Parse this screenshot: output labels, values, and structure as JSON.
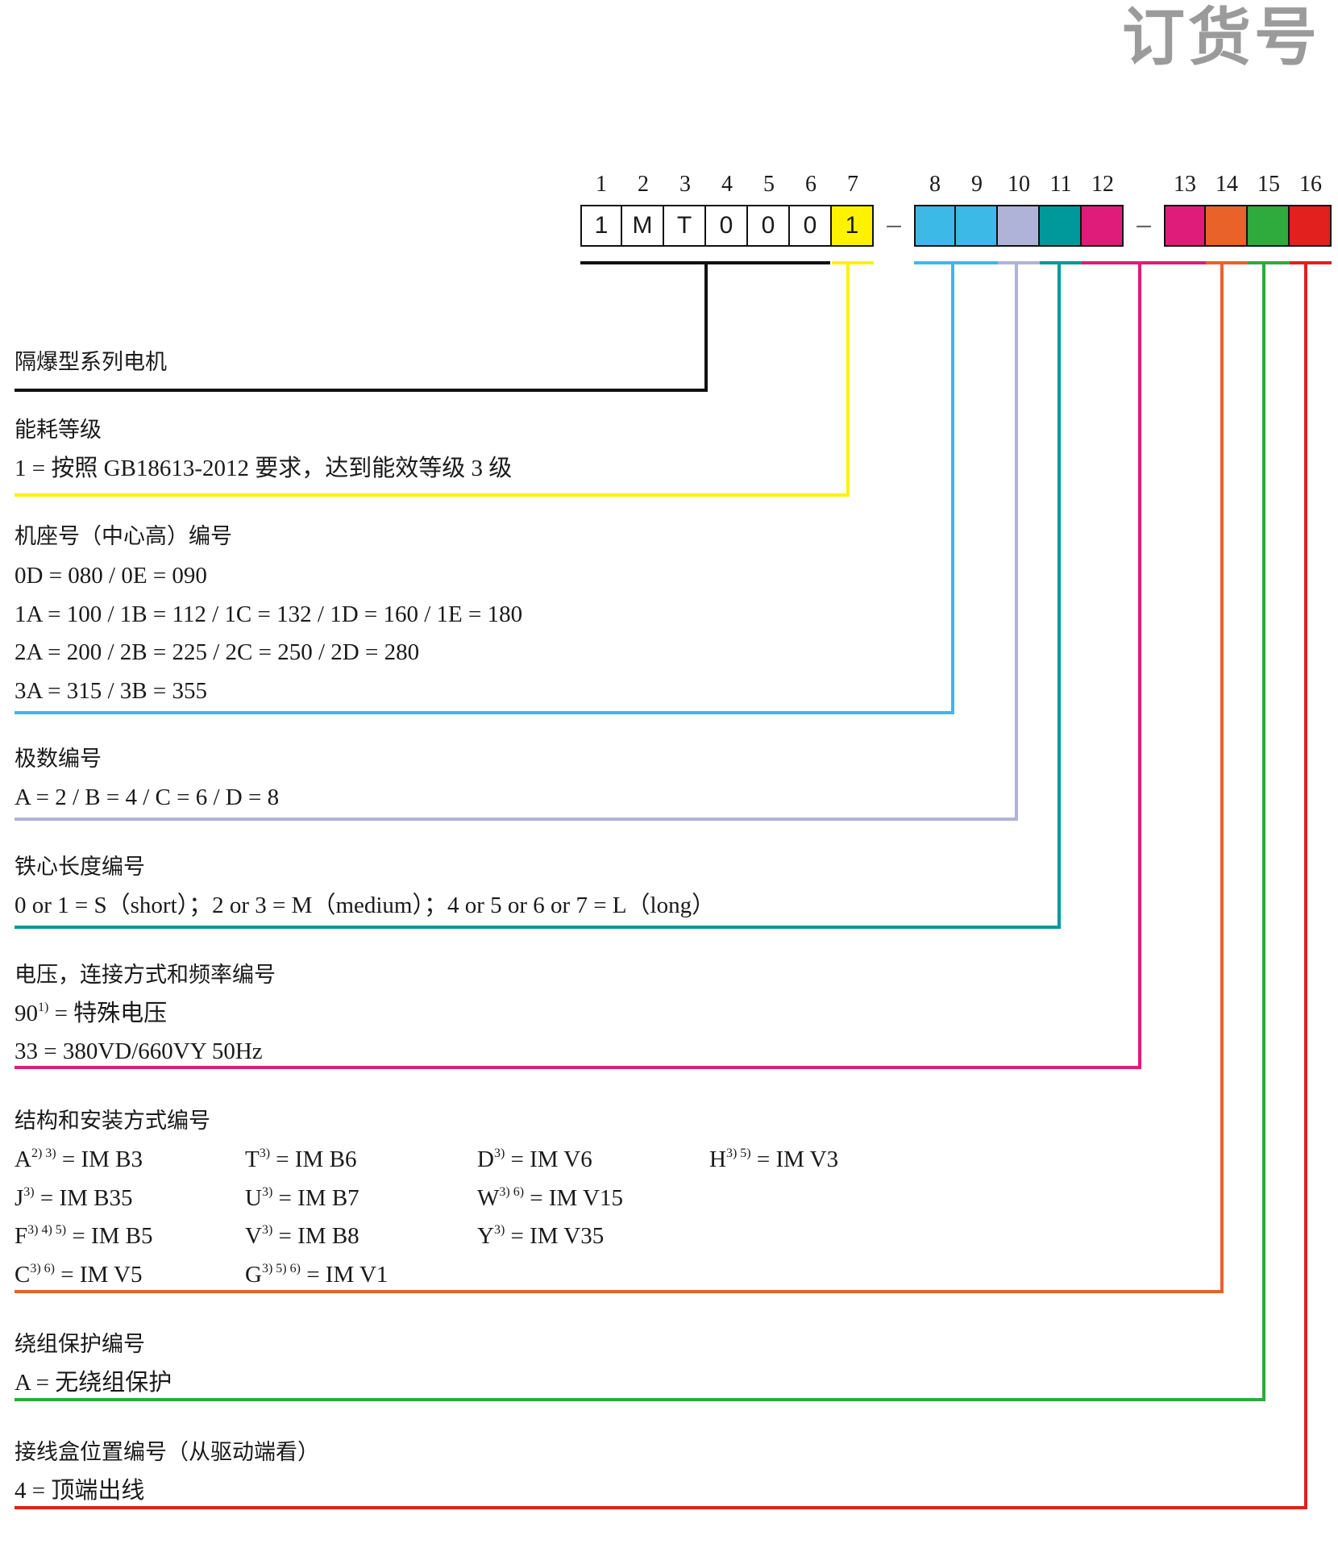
{
  "title": "订货号",
  "positions": [
    "1",
    "2",
    "3",
    "4",
    "5",
    "6",
    "7",
    "8",
    "9",
    "10",
    "11",
    "12",
    "13",
    "14",
    "15",
    "16"
  ],
  "code": [
    "1",
    "M",
    "T",
    "0",
    "0",
    "0",
    "1"
  ],
  "separator": "–",
  "colors": {
    "black": "#111111",
    "yellow": "#fff200",
    "sky": "#3cb9e6",
    "lavender": "#b0b3d8",
    "teal": "#00999b",
    "magenta": "#e01c7b",
    "orange": "#e8622a",
    "green": "#2faa3c",
    "red": "#e2201e"
  },
  "sections": {
    "series": {
      "heading": "隔爆型系列电机"
    },
    "energy": {
      "heading": "能耗等级",
      "lines": [
        "1 = 按照 GB18613-2012 要求，达到能效等级 3 级"
      ]
    },
    "frame": {
      "heading": "机座号（中心高）编号",
      "lines": [
        "0D = 080 / 0E = 090",
        "1A = 100 / 1B = 112 / 1C = 132 / 1D = 160 / 1E = 180",
        "2A = 200 / 2B = 225 / 2C = 250 / 2D = 280",
        "3A = 315 / 3B = 355"
      ]
    },
    "poles": {
      "heading": "极数编号",
      "lines": [
        "A = 2 / B = 4 / C = 6 / D = 8"
      ]
    },
    "core": {
      "heading": "铁心长度编号",
      "lines": [
        "0 or 1 = S（short）；2 or 3 = M（medium）；4 or 5 or 6 or 7 = L（long）"
      ]
    },
    "voltage": {
      "heading": "电压，连接方式和频率编号",
      "line1_base": "90",
      "line1_sup": "1)",
      "line1_rest": " = 特殊电压",
      "line2": "33 = 380VD/660VY 50Hz"
    },
    "mounting": {
      "heading": "结构和安装方式编号",
      "items": [
        {
          "code": "A",
          "sup": "2) 3)",
          "val": "= IM B3"
        },
        {
          "code": "T",
          "sup": "3)",
          "val": "= IM B6"
        },
        {
          "code": "D",
          "sup": "3)",
          "val": "= IM V6"
        },
        {
          "code": "H",
          "sup": "3) 5)",
          "val": "= IM V3"
        },
        {
          "code": "J",
          "sup": "3)",
          "val": "= IM B35"
        },
        {
          "code": "U",
          "sup": "3)",
          "val": "= IM B7"
        },
        {
          "code": "W",
          "sup": "3) 6)",
          "val": "= IM V15"
        },
        {
          "code": "F",
          "sup": "3) 4) 5)",
          "val": "= IM B5"
        },
        {
          "code": "V",
          "sup": "3)",
          "val": "= IM B8"
        },
        {
          "code": "Y",
          "sup": "3)",
          "val": "= IM V35"
        },
        {
          "code": "C",
          "sup": "3) 6)",
          "val": "= IM V5"
        },
        {
          "code": "G",
          "sup": "3) 5) 6)",
          "val": "= IM V1"
        }
      ]
    },
    "winding": {
      "heading": "绕组保护编号",
      "lines": [
        "A = 无绕组保护"
      ]
    },
    "terminal": {
      "heading": "接线盒位置编号（从驱动端看）",
      "lines": [
        "4 = 顶端出线"
      ]
    }
  }
}
